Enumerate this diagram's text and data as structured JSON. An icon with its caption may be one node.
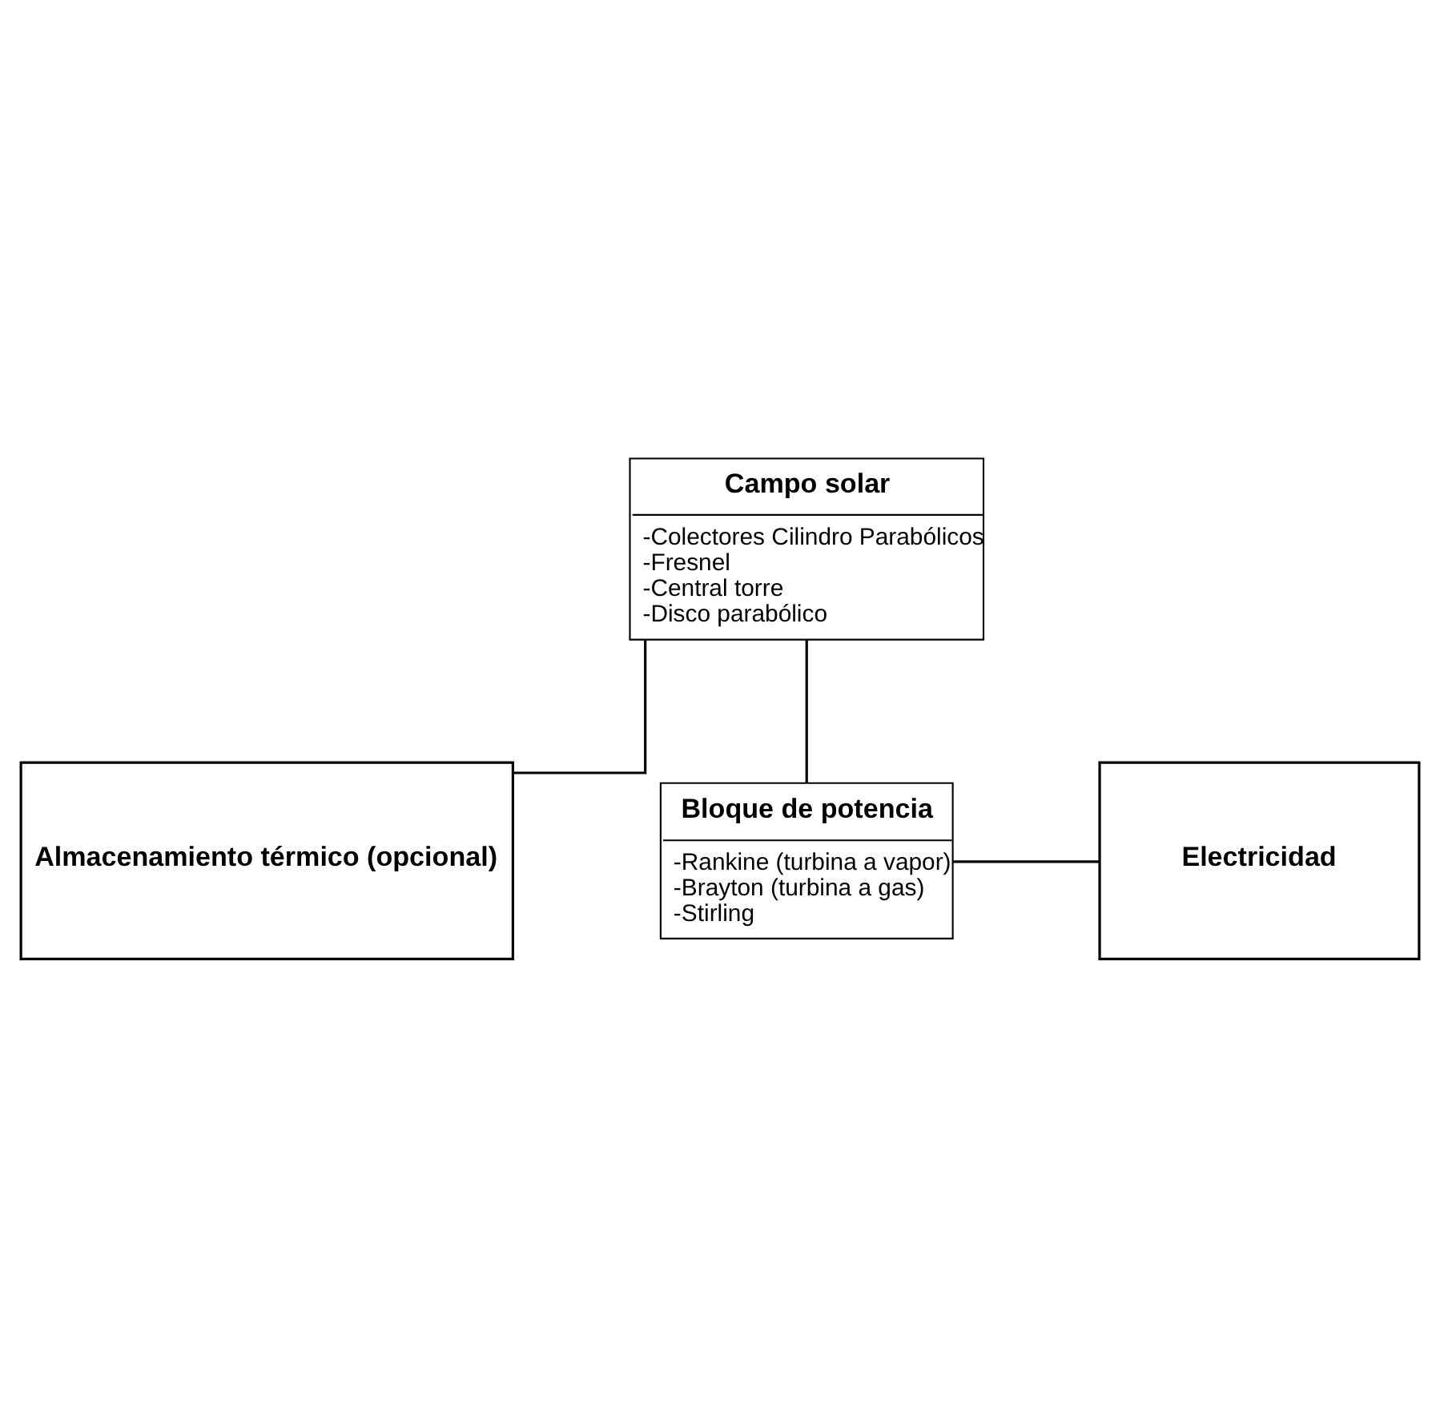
{
  "diagram": {
    "nodes": [
      {
        "text": [
          "Campo solar",
          "-Colectores Cilindro Parabólicos",
          "-Fresnel",
          "-Central torre",
          "-Disco parabólico"
        ]
      },
      {
        "text": [
          "Almacenamiento térmico (opcional)"
        ]
      },
      {
        "text": [
          "Bloque de potencia",
          "-Rankine (turbina a vapor)",
          "-Brayton (turbina a gas)",
          "-Stirling"
        ]
      },
      {
        "text": [
          "Electricidad"
        ]
      }
    ],
    "edges": [
      {
        "from": 0,
        "to": 2,
        "arrow": "none"
      },
      {
        "from": 0,
        "to": 1,
        "arrow": "none"
      },
      {
        "from": 2,
        "to": 3,
        "arrow": "none"
      }
    ]
  }
}
